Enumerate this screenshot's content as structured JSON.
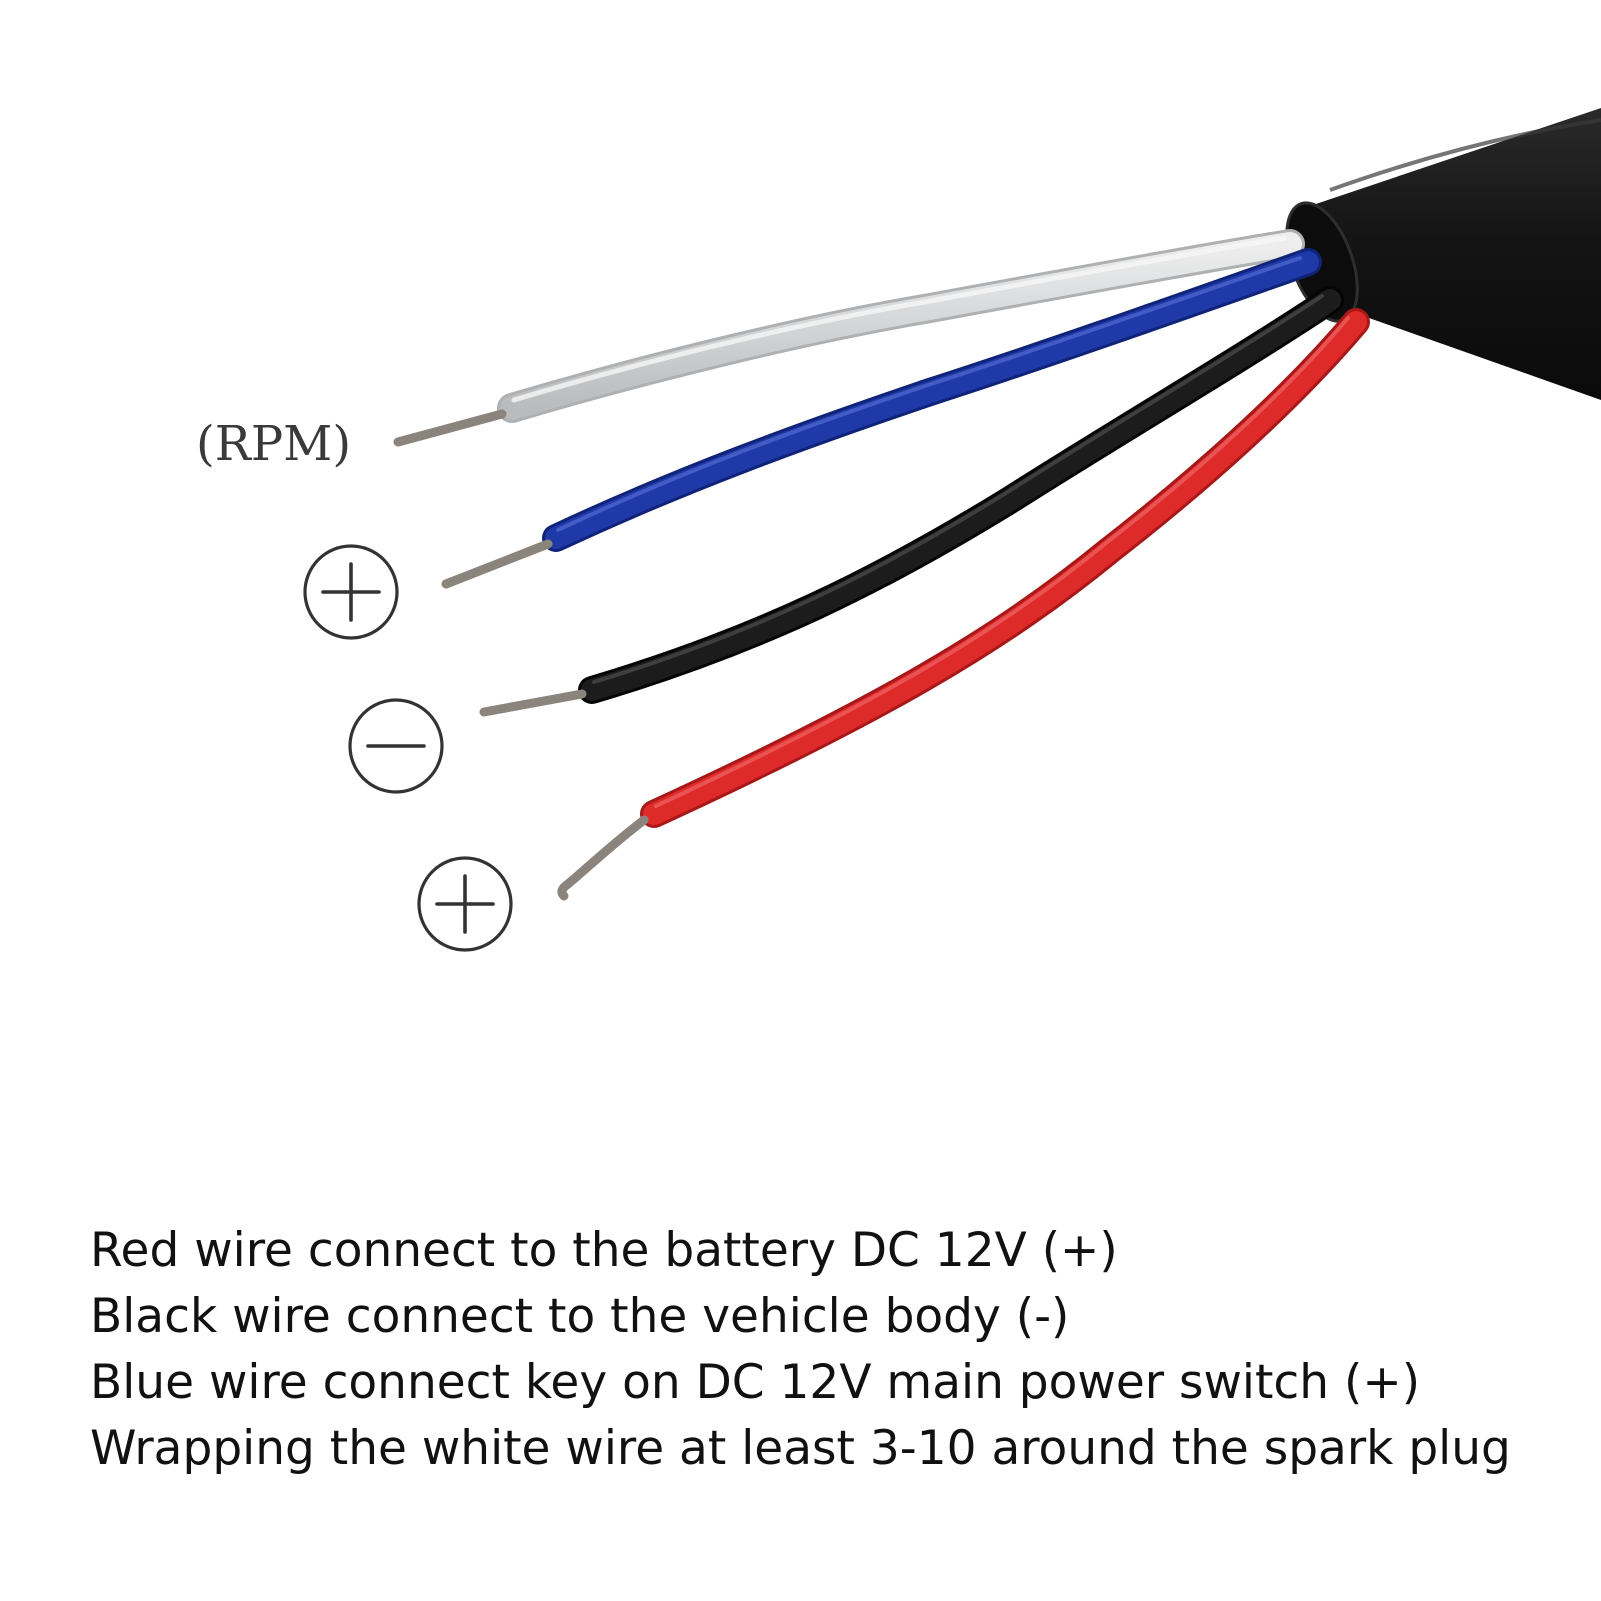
{
  "labels": {
    "rpm": "(RPM)"
  },
  "terminal_symbols": [
    {
      "wire": "blue",
      "symbol": "plus-circle"
    },
    {
      "wire": "black",
      "symbol": "minus-circle"
    },
    {
      "wire": "red",
      "symbol": "plus-circle"
    }
  ],
  "wire_colors": {
    "white": "#d4d6d8",
    "blue": "#1f3aa8",
    "black": "#1c1c1c",
    "red": "#df2a2a",
    "sheath": "#1b1b1b",
    "copper": "#8a847c"
  },
  "instructions": [
    "Red wire connect to the battery DC 12V (+)",
    "Black wire connect to the vehicle body (-)",
    "Blue wire connect key on DC 12V main power switch (+)",
    "Wrapping the white wire at least 3-10 around the spark plug"
  ]
}
